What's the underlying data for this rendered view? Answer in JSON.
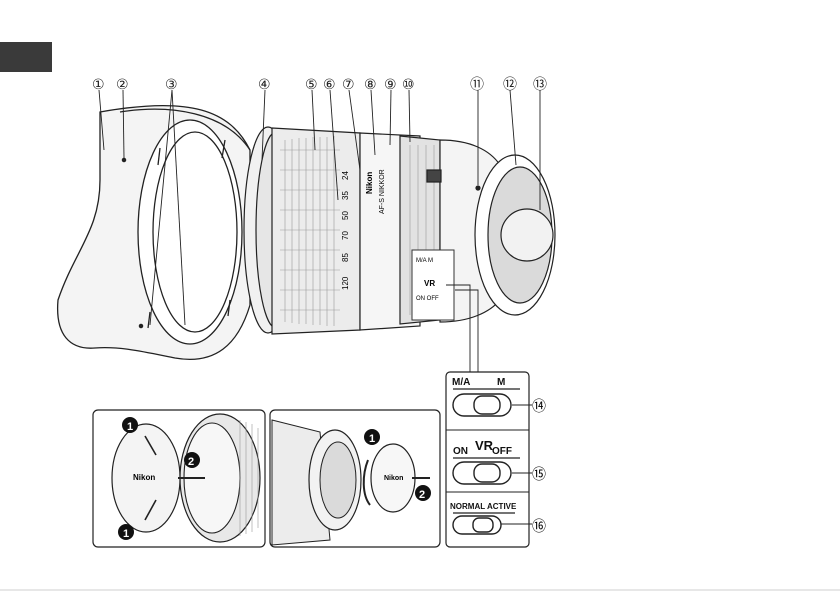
{
  "callouts": [
    {
      "n": 1,
      "label": "①"
    },
    {
      "n": 2,
      "label": "②"
    },
    {
      "n": 3,
      "label": "③"
    },
    {
      "n": 4,
      "label": "④"
    },
    {
      "n": 5,
      "label": "⑤"
    },
    {
      "n": 6,
      "label": "⑥"
    },
    {
      "n": 7,
      "label": "⑦"
    },
    {
      "n": 8,
      "label": "⑧"
    },
    {
      "n": 9,
      "label": "⑨"
    },
    {
      "n": 10,
      "label": "⑩"
    },
    {
      "n": 11,
      "label": "⑪"
    },
    {
      "n": 12,
      "label": "⑫"
    },
    {
      "n": 13,
      "label": "⑬"
    },
    {
      "n": 14,
      "label": "⑭"
    },
    {
      "n": 15,
      "label": "⑮"
    },
    {
      "n": 16,
      "label": "⑯"
    }
  ],
  "zoom_scale": [
    "24",
    "35",
    "50",
    "70",
    "85",
    "120"
  ],
  "lens_text": {
    "brand": "Nikon",
    "model": "AF-S NIKKOR",
    "body_switch_1": "M/A  M",
    "body_switch_2": "VR",
    "body_switch_3": "ON  OFF"
  },
  "switches": {
    "focus_mode": {
      "left": "M/A",
      "right": "M"
    },
    "vr": {
      "title": "VR",
      "left": "ON",
      "right": "OFF"
    },
    "vr_mode": {
      "left": "NORMAL",
      "right": "ACTIVE"
    }
  },
  "steps": {
    "one": "1",
    "two": "2"
  },
  "cap_brand": "Nikon",
  "colors": {
    "ink": "#111111",
    "tab": "#3a3a3a",
    "line": "#222222"
  }
}
